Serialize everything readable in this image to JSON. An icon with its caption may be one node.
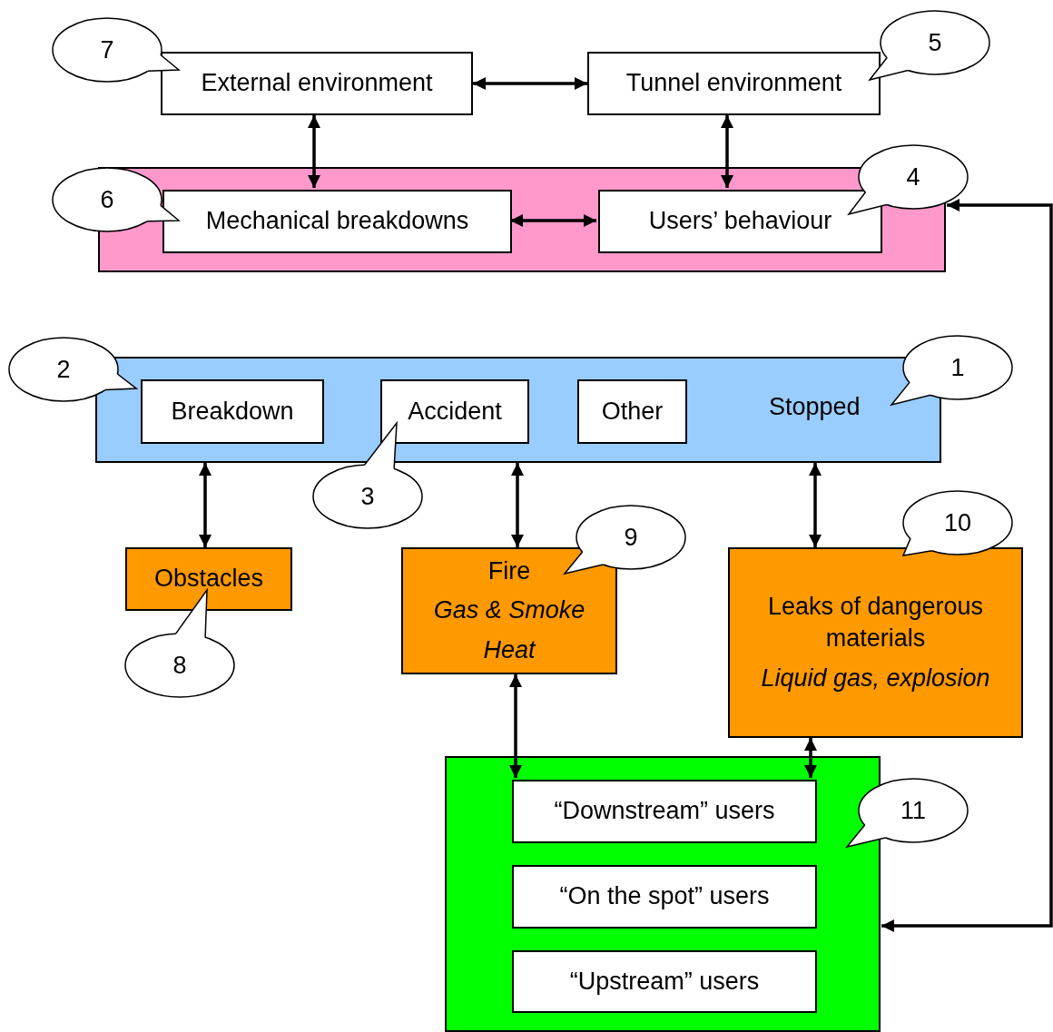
{
  "diagram": {
    "nodes": [
      {
        "text": [
          "External environment"
        ]
      },
      {
        "text": [
          "Tunnel environment"
        ]
      },
      {
        "text": [
          "7"
        ]
      },
      {
        "text": [
          "5"
        ]
      },
      {
        "text": [],
        "shape": "box"
      },
      {
        "text": [
          "Mechanical breakdowns"
        ],
        "in": 4
      },
      {
        "text": [
          "Users’ behaviour"
        ],
        "in": 4
      },
      {
        "text": [
          "6"
        ]
      },
      {
        "text": [
          "4"
        ]
      },
      {
        "text": [
          "Stopped"
        ]
      },
      {
        "text": [
          "Breakdown"
        ],
        "in": 9
      },
      {
        "text": [
          "Accident"
        ],
        "in": 9
      },
      {
        "text": [
          "Other"
        ],
        "in": 9
      },
      {
        "text": [
          "2"
        ]
      },
      {
        "text": [
          "1"
        ]
      },
      {
        "text": [
          "3"
        ]
      },
      {
        "text": [
          "Obstacles"
        ]
      },
      {
        "text": [
          "Fire",
          "Gas & Smoke",
          "Heat"
        ]
      },
      {
        "text": [
          "Leaks of dangerous materials",
          "Liquid gas, explosion"
        ]
      },
      {
        "text": [
          "9"
        ]
      },
      {
        "text": [
          "8"
        ]
      },
      {
        "text": [
          "10"
        ]
      },
      {
        "text": [],
        "shape": "box"
      },
      {
        "text": [
          "“Downstream” users"
        ],
        "in": 22
      },
      {
        "text": [
          "“On the spot” users"
        ],
        "in": 22
      },
      {
        "text": [
          "“Upstream” users"
        ],
        "in": 22
      },
      {
        "text": [
          "11"
        ]
      }
    ],
    "edges": [
      {
        "from": 0,
        "to": 1,
        "arrow": "both"
      },
      {
        "from": 0,
        "to": 5,
        "arrow": "both"
      },
      {
        "from": 1,
        "to": 6,
        "arrow": "both"
      },
      {
        "from": 5,
        "to": 6,
        "arrow": "both"
      },
      {
        "from": 9,
        "to": 16,
        "arrow": "both"
      },
      {
        "from": 9,
        "to": 17,
        "arrow": "both"
      },
      {
        "from": 9,
        "to": 18,
        "arrow": "both"
      },
      {
        "from": 17,
        "to": 23,
        "arrow": "both"
      },
      {
        "from": 18,
        "to": 23,
        "arrow": "both"
      },
      {
        "from": 4,
        "to": 22,
        "arrow": "both"
      }
    ]
  }
}
